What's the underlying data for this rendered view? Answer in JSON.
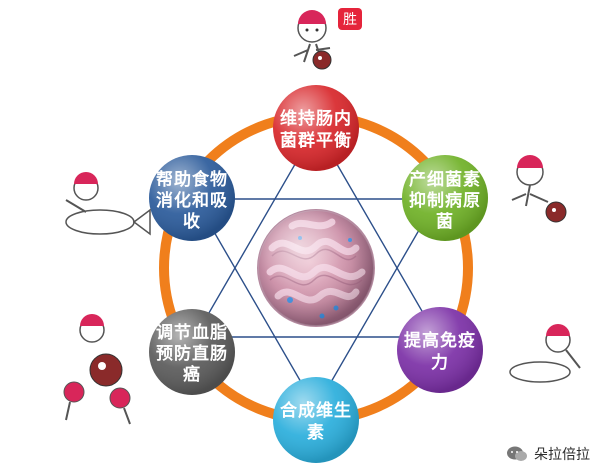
{
  "nodes": {
    "top": {
      "lines": [
        "维持肠内",
        "菌群平衡"
      ],
      "color": "#d8262a"
    },
    "upper_right": {
      "lines": [
        "产细菌素",
        "抑制病原",
        "菌"
      ],
      "color": "#6fb126"
    },
    "lower_right": {
      "lines": [
        "提高免疫",
        "力"
      ],
      "color": "#7b2fa6"
    },
    "bottom": {
      "lines": [
        "合成维生",
        "素"
      ],
      "color": "#2aaedc"
    },
    "lower_left": {
      "lines": [
        "调节血脂",
        "预防直肠",
        "癌"
      ],
      "color": "#5a5a5a"
    },
    "upper_left": {
      "lines": [
        "帮助食物",
        "消化和吸",
        "收"
      ],
      "color": "#2a5a9a"
    }
  },
  "ring_color": "#f07f1c",
  "cartoon_badge": "胜",
  "watermark": "朵拉倍拉"
}
